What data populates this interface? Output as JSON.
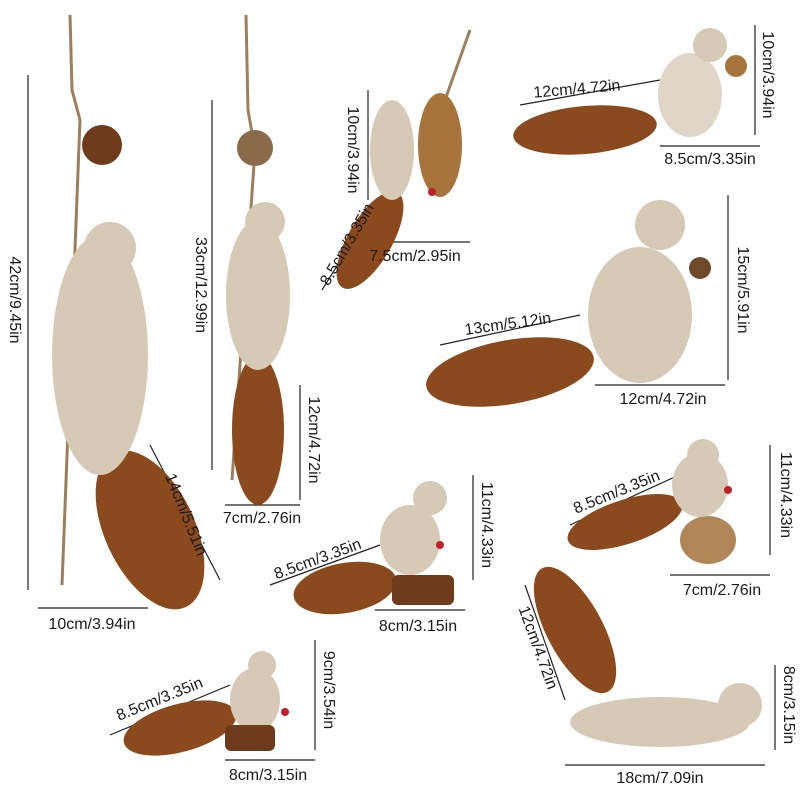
{
  "colors": {
    "fur": "#d6c9b6",
    "tail": "#8b4a1e",
    "twig": "#9c7f5c",
    "pinecone": "#a8743e",
    "berry": "#c0202a",
    "leaf": "#2f6b3a"
  },
  "labels": {
    "a_height": "42cm/9.45in",
    "a_width": "10cm/3.94in",
    "a_tail": "14cm/5.51in",
    "b_height": "33cm/12.99in",
    "b_tail": "12cm/4.72in",
    "b_width": "7cm/2.76in",
    "c_height": "10cm/3.94in",
    "c_tail": "8.5cm/3.35in",
    "c_width": "7.5cm/2.95in",
    "d_tail": "12cm/4.72in",
    "d_height": "10cm/3.94in",
    "d_width": "8.5cm/3.35in",
    "e_tail": "13cm/5.12in",
    "e_height": "15cm/5.91in",
    "e_width": "12cm/4.72in",
    "f_tail": "8.5cm/3.35in",
    "f_height": "11cm/4.33in",
    "f_width": "8cm/3.15in",
    "g_tail": "8.5cm/3.35in",
    "g_height": "11cm/4.33in",
    "g_width": "7cm/2.76in",
    "h_tail": "8.5cm/3.35in",
    "h_height": "9cm/3.54in",
    "h_width": "8cm/3.15in",
    "i_tail": "12cm/4.72in",
    "i_height": "8cm/3.15in",
    "i_width": "18cm/7.09in"
  }
}
